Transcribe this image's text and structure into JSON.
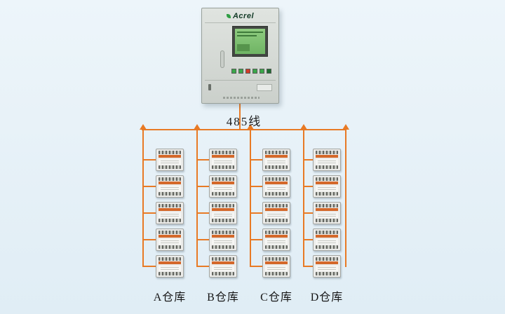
{
  "colors": {
    "background": "#edf5fa",
    "line": "#e87a25",
    "stripe": "#d4682a",
    "screen_green": "#8fcc80",
    "brand_green": "#2f9e44"
  },
  "cabinet": {
    "brand": "Acrel"
  },
  "bus": {
    "label": "485线"
  },
  "columns": [
    {
      "id": "A",
      "label": "A仓库",
      "device_count": 5
    },
    {
      "id": "B",
      "label": "B仓库",
      "device_count": 5
    },
    {
      "id": "C",
      "label": "C仓库",
      "device_count": 5
    },
    {
      "id": "D",
      "label": "D仓库",
      "device_count": 5
    }
  ]
}
